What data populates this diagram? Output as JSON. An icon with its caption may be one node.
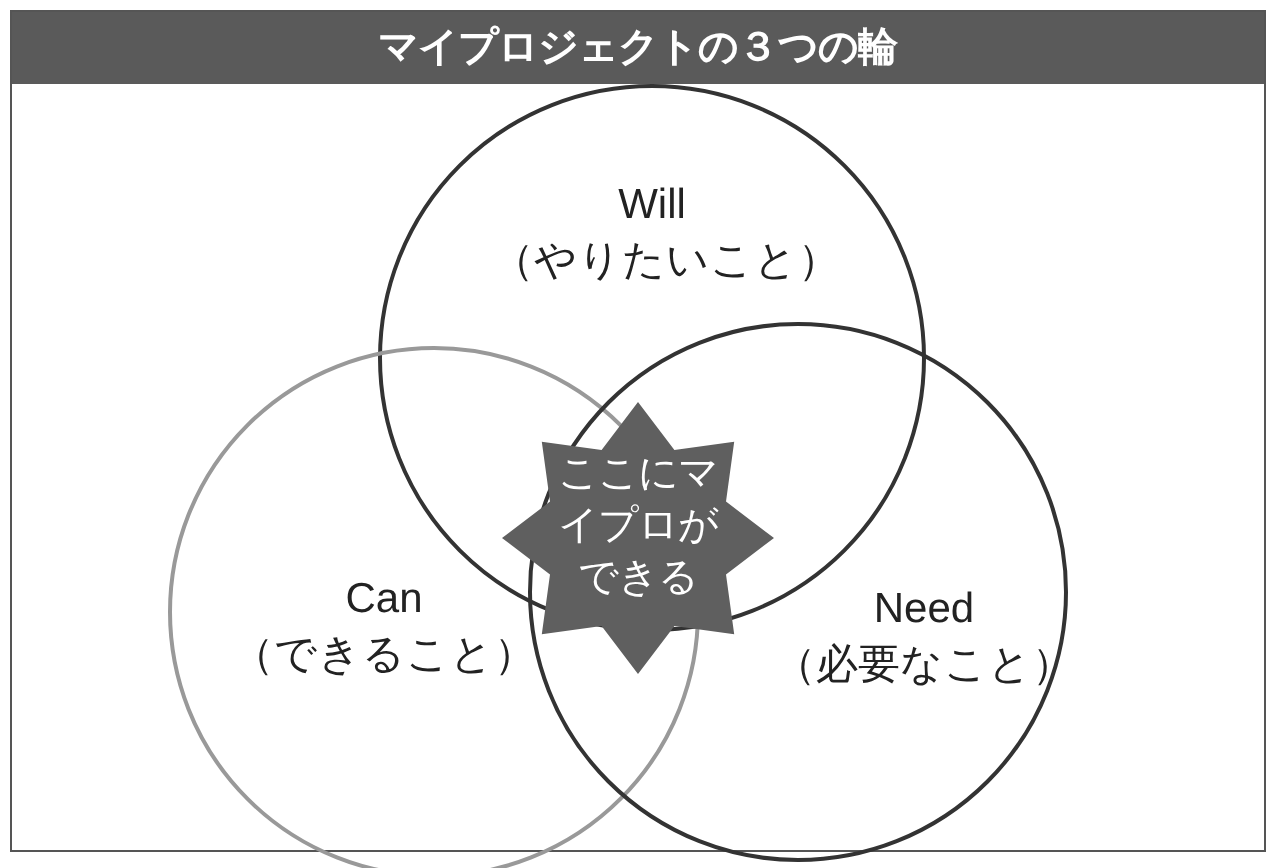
{
  "diagram": {
    "title": "マイプロジェクトの３つの輪",
    "nodes": [
      {
        "text": [
          "Will （やりたいこと）"
        ]
      },
      {
        "text": [
          "Can （できること）"
        ]
      },
      {
        "text": [
          "Need （必要なこと）"
        ]
      },
      {
        "text": [
          "ここにマイプロができる"
        ]
      }
    ]
  }
}
